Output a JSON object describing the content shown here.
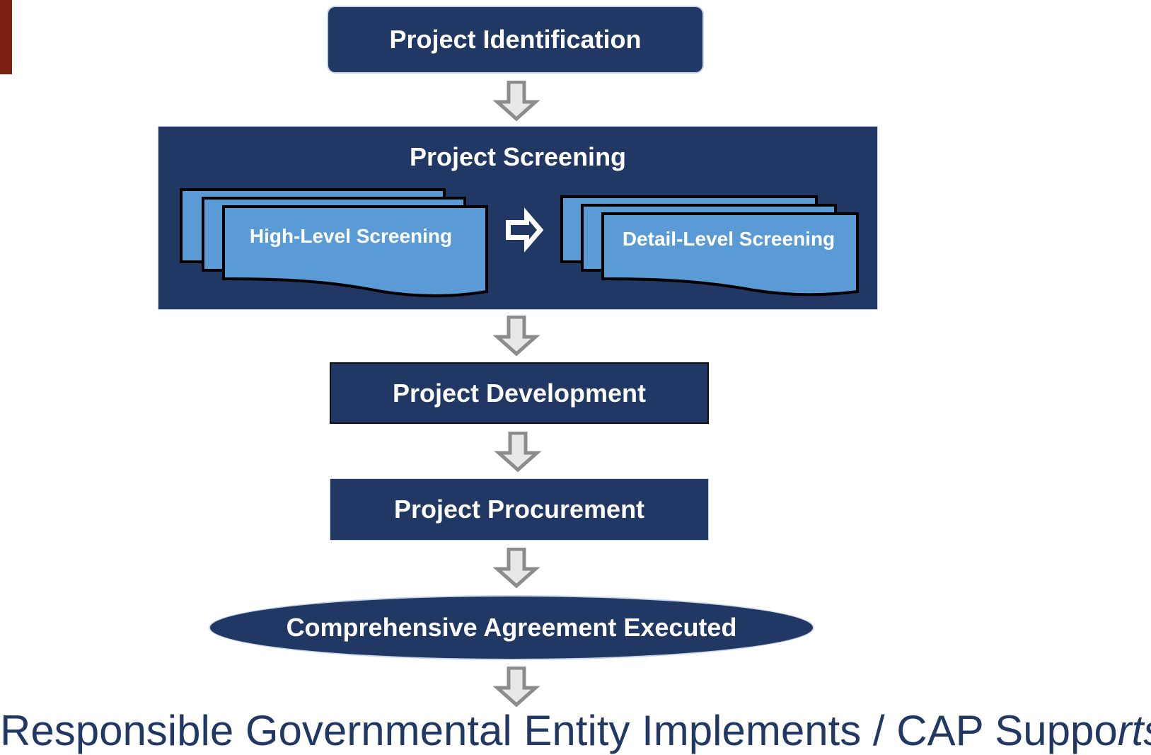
{
  "steps": {
    "identification": "Project Identification",
    "screening": "Project Screening",
    "high_level": "High-Level Screening",
    "detail_level": "Detail-Level Screening",
    "development": "Project Development",
    "procurement": "Project Procurement",
    "agreement": "Comprehensive Agreement Executed"
  },
  "footer": {
    "main": "Responsible Governmental Entity Implements / CAP Suppo",
    "italic": "rts"
  },
  "colors": {
    "dark_blue": "#213864",
    "light_blue": "#5b9bd5",
    "arrow_gray": "#8c8c8c",
    "accent_red": "#7a1f12"
  }
}
